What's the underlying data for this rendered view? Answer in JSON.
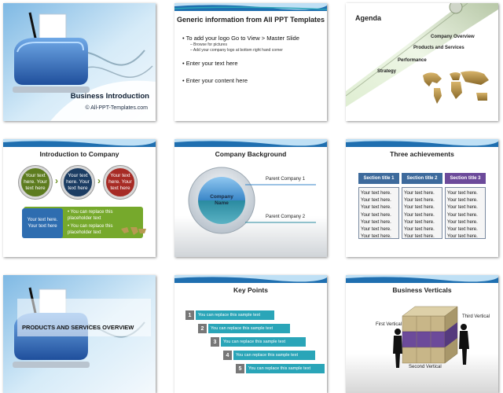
{
  "slides": [
    {
      "id": 1,
      "title": "Business Introduction",
      "subtitle": "© All-PPT-Templates.com"
    },
    {
      "id": 2,
      "title": "Generic information from All PPT Templates",
      "bullets": [
        {
          "text": "To add your logo Go to View > Master Slide",
          "subs": [
            "Browse for pictures",
            "Add your company logo at bottom right hand corner"
          ]
        },
        {
          "text": "Enter your text here",
          "subs": []
        },
        {
          "text": "Enter your content here",
          "subs": []
        }
      ]
    },
    {
      "id": 3,
      "title": "Agenda",
      "items": [
        "Company Overview",
        "Products and Services",
        "Performance",
        "Strategy"
      ]
    },
    {
      "id": 4,
      "title": "Introduction to Company",
      "circles": [
        "Your text here. Your text here",
        "Your text here. Your text here",
        "Your text here. Your text here"
      ],
      "box_text": "Your text here. Your text here",
      "green_bullets": [
        "You can replace this placeholder text",
        "You can replace this placeholder text"
      ]
    },
    {
      "id": 5,
      "title": "Company Background",
      "center": "Company Name",
      "parents": [
        "Parent Company 1",
        "Parent Company 2"
      ]
    },
    {
      "id": 6,
      "title": "Three achievements",
      "sections": [
        {
          "title": "Section title 1",
          "lines": [
            "Your text here.",
            "Your text here.",
            "Your text here.",
            "Your text here.",
            "Your text here.",
            "Your text here.",
            "Your text here."
          ]
        },
        {
          "title": "Section title 2",
          "lines": [
            "Your text here.",
            "Your text here.",
            "Your text here.",
            "Your text here.",
            "Your text here.",
            "Your text here.",
            "Your text here."
          ]
        },
        {
          "title": "Section title 3",
          "lines": [
            "Your text here.",
            "Your text here.",
            "Your text here.",
            "Your text here.",
            "Your text here.",
            "Your text here.",
            "Your text here."
          ]
        }
      ]
    },
    {
      "id": 7,
      "title": "PRODUCTS AND SERVICES OVERVIEW"
    },
    {
      "id": 8,
      "title": "Key Points",
      "steps": [
        {
          "num": "1",
          "text": "You can replace this sample text"
        },
        {
          "num": "2",
          "text": "You can replace this sample text"
        },
        {
          "num": "3",
          "text": "You can replace this sample text"
        },
        {
          "num": "4",
          "text": "You can replace this sample text"
        },
        {
          "num": "5",
          "text": "You can replace this sample text"
        }
      ]
    },
    {
      "id": 9,
      "title": "Business Verticals",
      "labels": [
        "First Vertical",
        "Second Vertical",
        "Third Vertical"
      ]
    }
  ],
  "colors": {
    "swoosh_blue": "#1f6fb0",
    "swoosh_light": "#a9d2ee",
    "teal": "#2aa5b8",
    "green": "#5d7c1f",
    "navy": "#1c3d63",
    "red": "#a72b25",
    "purple": "#6c4a9a",
    "section_blue": "#3d6a9c",
    "section_purple": "#6c4a9a",
    "box_blue": "#2e6db0",
    "box_green": "#76a92c"
  }
}
